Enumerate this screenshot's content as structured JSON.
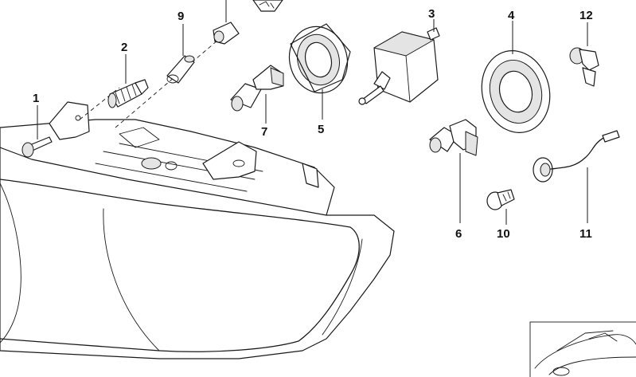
{
  "callouts": {
    "c1": "1",
    "c2": "2",
    "c3": "3",
    "c4": "4",
    "c5": "5",
    "c6": "6",
    "c7": "7",
    "c9": "9",
    "c10": "10",
    "c11": "11",
    "c12": "12"
  },
  "icons": {
    "warning_label": "warning-label-icon",
    "vehicle_thumbnail": "car-thumbnail-icon"
  }
}
